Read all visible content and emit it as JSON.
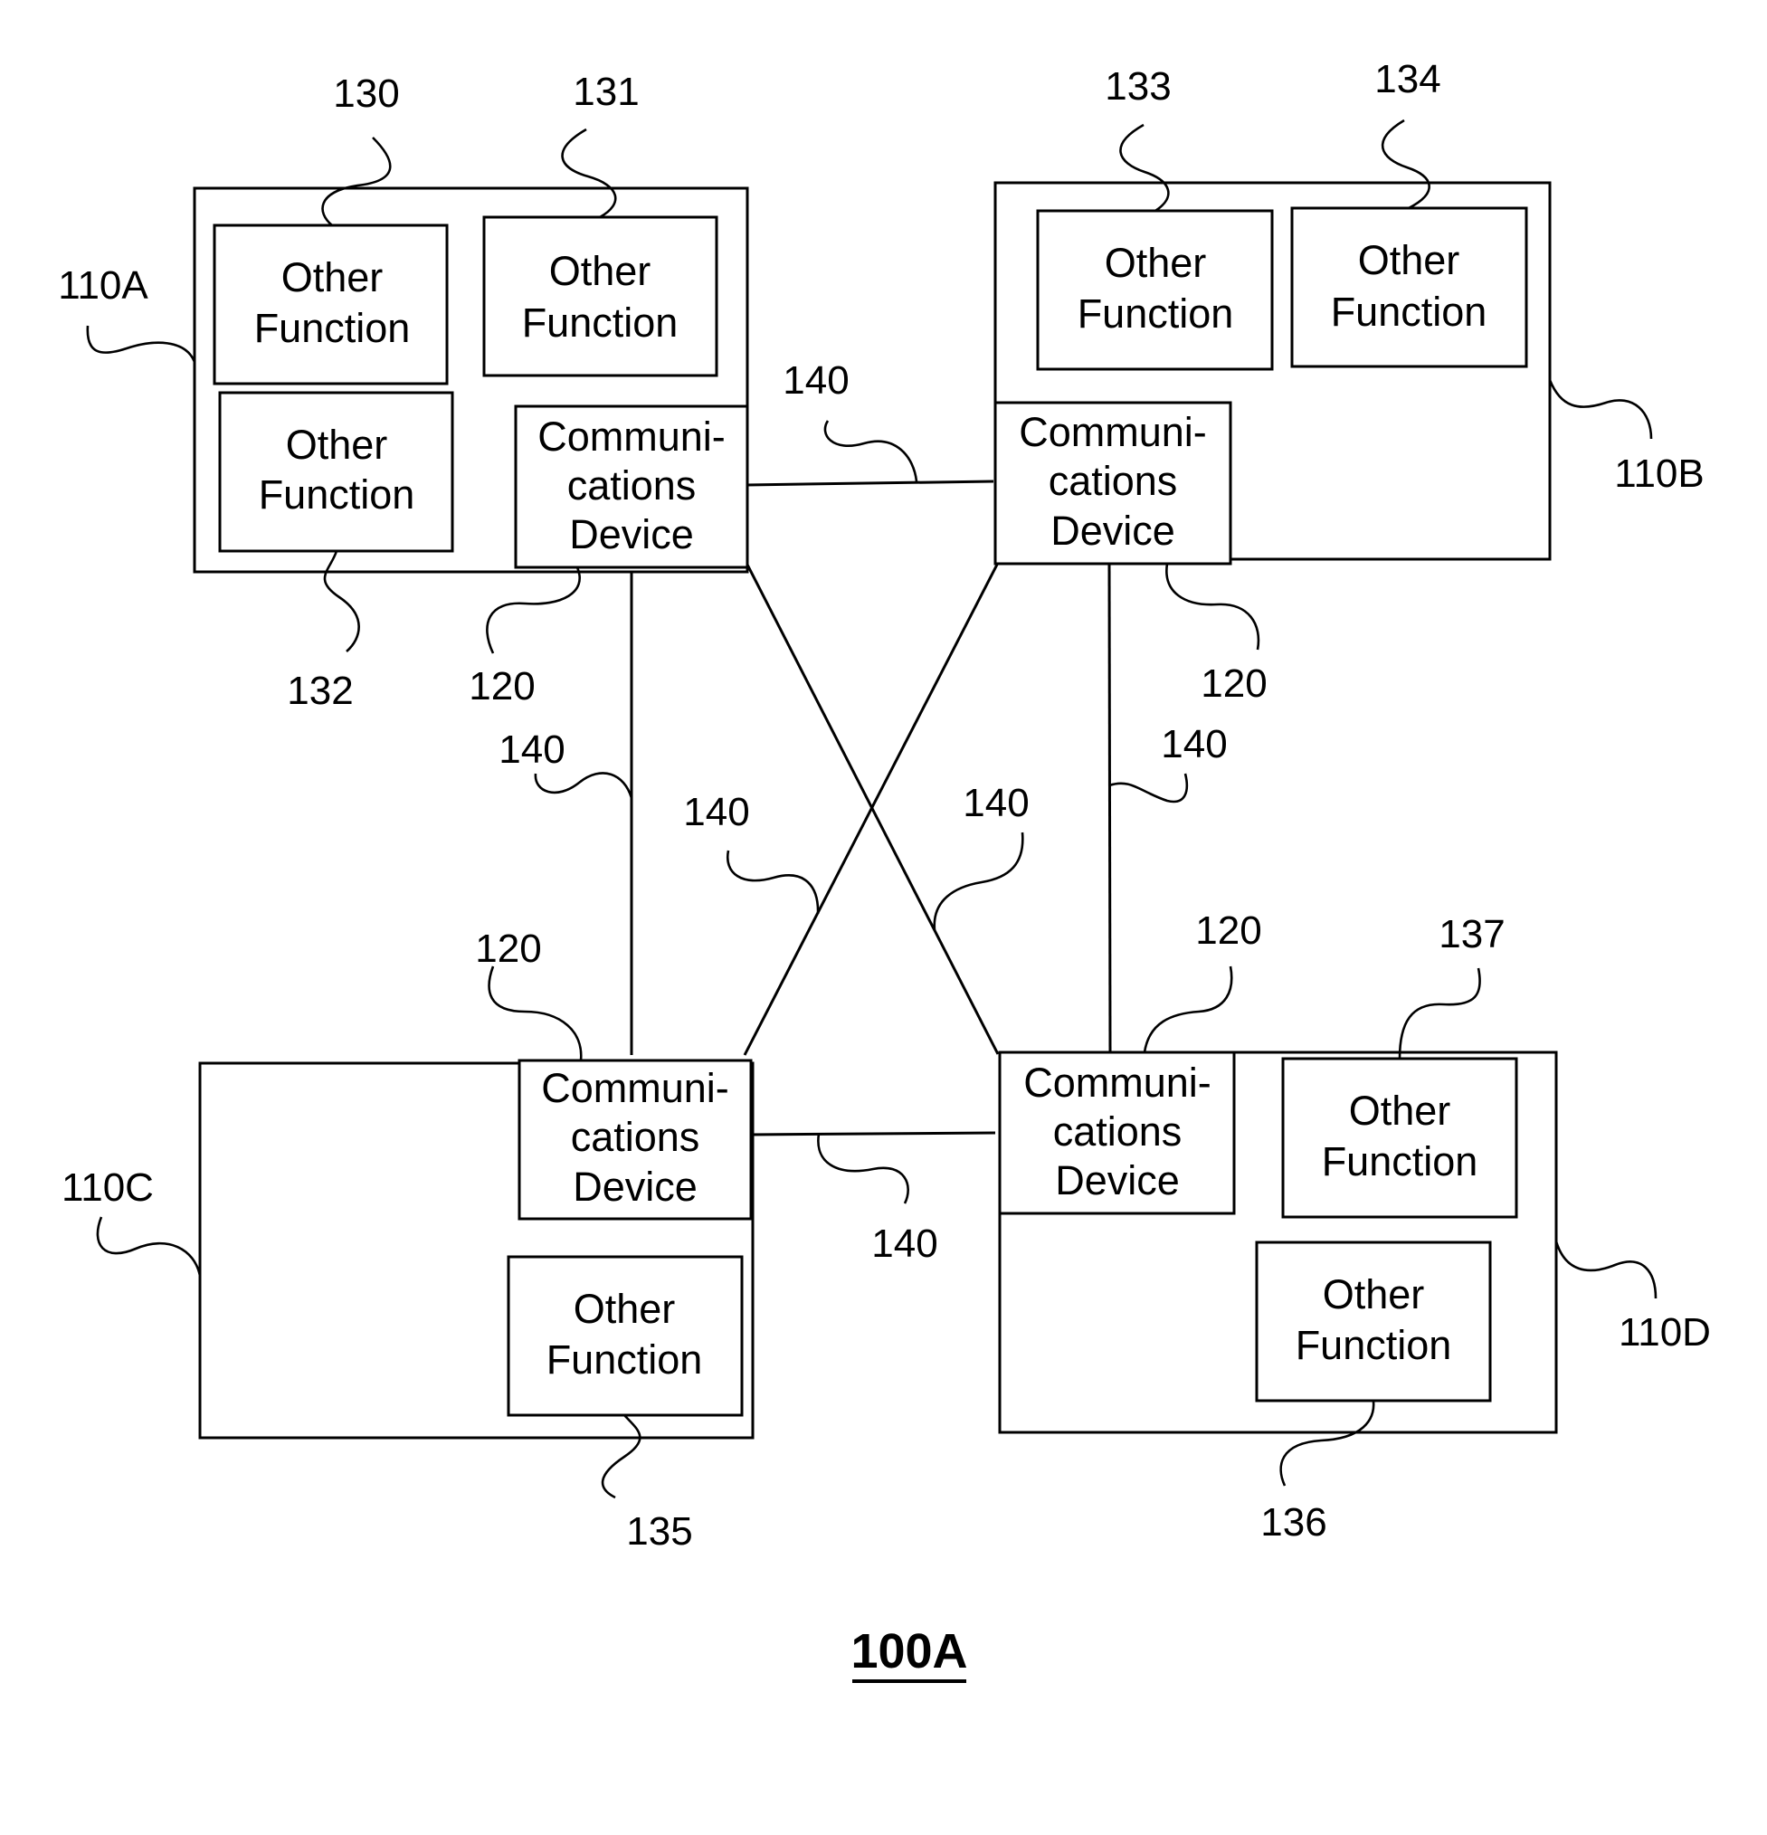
{
  "figure_label": "100A",
  "nodes": [
    {
      "ref": "110A",
      "comm_device": {
        "lines": [
          "Communi-",
          "cations",
          "Device"
        ],
        "ref": "120"
      },
      "functions": [
        {
          "lines": [
            "Other",
            "Function"
          ],
          "ref": "130"
        },
        {
          "lines": [
            "Other",
            "Function"
          ],
          "ref": "131"
        },
        {
          "lines": [
            "Other",
            "Function"
          ],
          "ref": "132"
        }
      ]
    },
    {
      "ref": "110B",
      "comm_device": {
        "lines": [
          "Communi-",
          "cations",
          "Device"
        ],
        "ref": "120"
      },
      "functions": [
        {
          "lines": [
            "Other",
            "Function"
          ],
          "ref": "133"
        },
        {
          "lines": [
            "Other",
            "Function"
          ],
          "ref": "134"
        }
      ]
    },
    {
      "ref": "110C",
      "comm_device": {
        "lines": [
          "Communi-",
          "cations",
          "Device"
        ],
        "ref": "120"
      },
      "functions": [
        {
          "lines": [
            "Other",
            "Function"
          ],
          "ref": "135"
        }
      ]
    },
    {
      "ref": "110D",
      "comm_device": {
        "lines": [
          "Communi-",
          "cations",
          "Device"
        ],
        "ref": "120"
      },
      "functions": [
        {
          "lines": [
            "Other",
            "Function"
          ],
          "ref": "137"
        },
        {
          "lines": [
            "Other",
            "Function"
          ],
          "ref": "136"
        }
      ]
    }
  ],
  "links": [
    {
      "ref": "140",
      "from": "110A",
      "to": "110B"
    },
    {
      "ref": "140",
      "from": "110A",
      "to": "110C"
    },
    {
      "ref": "140",
      "from": "110A",
      "to": "110D"
    },
    {
      "ref": "140",
      "from": "110B",
      "to": "110C"
    },
    {
      "ref": "140",
      "from": "110B",
      "to": "110D"
    },
    {
      "ref": "140",
      "from": "110C",
      "to": "110D"
    }
  ]
}
